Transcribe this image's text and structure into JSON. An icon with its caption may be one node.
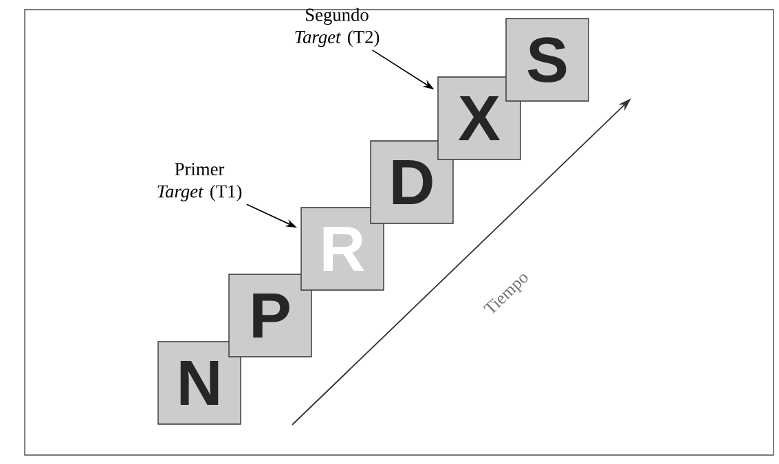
{
  "diagram": {
    "nodes": [
      {
        "text": [
          "N"
        ]
      },
      {
        "text": [
          "P"
        ]
      },
      {
        "text": [
          "R"
        ]
      },
      {
        "text": [
          "D"
        ]
      },
      {
        "text": [
          "X"
        ]
      },
      {
        "text": [
          "S"
        ]
      },
      {
        "text": [
          "Primer *Target* (T1)"
        ]
      },
      {
        "text": [
          "Segundo *Target* (T2)"
        ]
      }
    ],
    "edges": [
      {
        "from": 6,
        "to": 2,
        "arrow": "to"
      },
      {
        "from": 7,
        "to": 4,
        "arrow": "to"
      }
    ],
    "labels": [
      "Tiempo"
    ]
  }
}
